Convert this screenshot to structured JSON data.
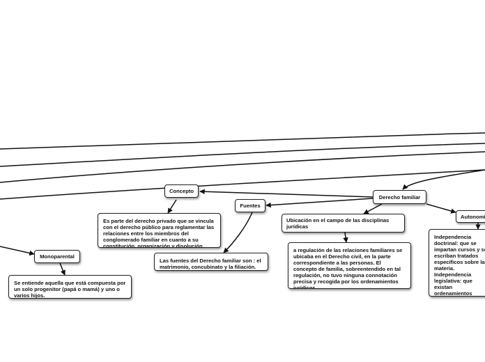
{
  "nodes": {
    "derecho_familiar": "Derecho familiar",
    "concepto": "Concepto",
    "fuentes": "Fuentes",
    "ubicacion": "Ubicación en el campo de las disciplinas jurídicas",
    "autonomia": "Autonomía",
    "monoparental": "Monoparental",
    "concepto_desc": "Es parte del derecho privado que se vincula con el derecho público para reglamentar las relaciones entre los miembros del conglomerado familiar en cuanto a su constitución, organización y disolución.",
    "fuentes_desc": "Las fuentes del Derecho familiar son : el matrimonio, concubinato y la filiación.",
    "ubicacion_desc": "a regulación de las relaciones familiares se ubicaba en el Derecho civil, en la parte correspondiente a las personas. El concepto de familia, sobreentendido en tal regulación, no tuvo ninguna connotación precisa y recogida por los ordenamientos jurídicos.",
    "autonomia_desc": "Independencia doctrinal: que se impartan cursos y se escriban tratados específicos sobre la materia. Independencia legislativa: que existan ordenamientos especiales que la regulen(leyes, códigos). Independencia judicial: que se tienda a la creación de tribunales y procedimientos especializados dedicados a ella.",
    "monoparental_desc": "Se entiende aquella que está compuesta por un solo progenitor (papá o mamá) y uno o varios hijos."
  },
  "colors": {
    "line": "#111111",
    "node_border": "#222222",
    "node_background": "#ffffff"
  }
}
